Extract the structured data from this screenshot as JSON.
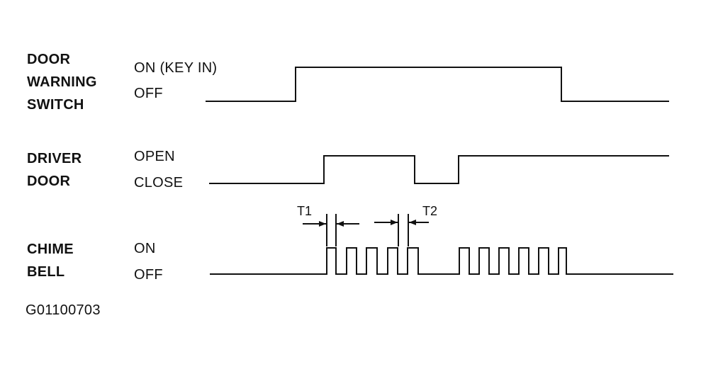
{
  "signals": {
    "door_warning": {
      "label_lines": [
        "DOOR",
        "WARNING",
        "SWITCH"
      ],
      "high_state": "ON (KEY IN)",
      "low_state": "OFF"
    },
    "driver_door": {
      "label_lines": [
        "DRIVER",
        "DOOR"
      ],
      "high_state": "OPEN",
      "low_state": "CLOSE"
    },
    "chime_bell": {
      "label_lines": [
        "CHIME",
        "BELL"
      ],
      "high_state": "ON",
      "low_state": "OFF"
    }
  },
  "timing_labels": {
    "t1": "T1",
    "t2": "T2"
  },
  "figure_id": "G01100703"
}
